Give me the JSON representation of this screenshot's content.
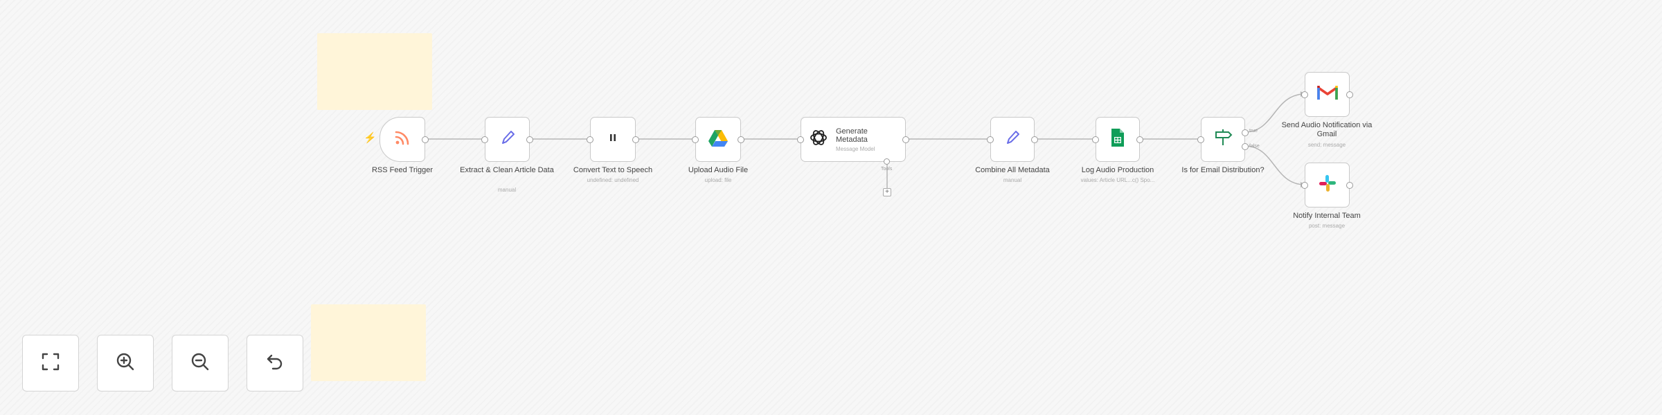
{
  "canvas": {
    "nodes": [
      {
        "id": "rss",
        "title": "RSS Feed Trigger",
        "subtitle": "",
        "icon": "rss-icon"
      },
      {
        "id": "extract",
        "title": "Extract & Clean Article Data",
        "subtitle": "manual",
        "icon": "pencil-icon"
      },
      {
        "id": "tts",
        "title": "Convert Text to Speech",
        "subtitle": "undefined: undefined",
        "icon": "pause-icon"
      },
      {
        "id": "upload",
        "title": "Upload Audio File",
        "subtitle": "upload: file",
        "icon": "google-drive-icon"
      },
      {
        "id": "gen",
        "title": "Generate Metadata",
        "subtitle": "Message Model",
        "icon": "openai-icon"
      },
      {
        "id": "combine",
        "title": "Combine All Metadata",
        "subtitle": "manual",
        "icon": "pencil-icon"
      },
      {
        "id": "log",
        "title": "Log Audio Production",
        "subtitle": "values: Article URL...c() Spo...",
        "icon": "google-sheets-icon"
      },
      {
        "id": "if",
        "title": "Is for Email Distribution?",
        "subtitle": "",
        "icon": "signpost-icon"
      },
      {
        "id": "gmail",
        "title": "Send Audio Notification via Gmail",
        "subtitle": "send: message",
        "icon": "gmail-icon"
      },
      {
        "id": "slack",
        "title": "Notify Internal Team",
        "subtitle": "post: message",
        "icon": "slack-icon"
      }
    ],
    "branch_true": "true",
    "branch_false": "false",
    "tools_label": "Tools",
    "plus": "+"
  },
  "controls": [
    {
      "name": "fit-view",
      "icon": "fullscreen-icon"
    },
    {
      "name": "zoom-in",
      "icon": "zoom-in-icon"
    },
    {
      "name": "zoom-out",
      "icon": "zoom-out-icon"
    },
    {
      "name": "reset-zoom",
      "icon": "undo-icon"
    }
  ],
  "colors": {
    "accent": "#ff6d5a",
    "sticky": "#fff5d9",
    "connector": "#b5b5b5"
  }
}
